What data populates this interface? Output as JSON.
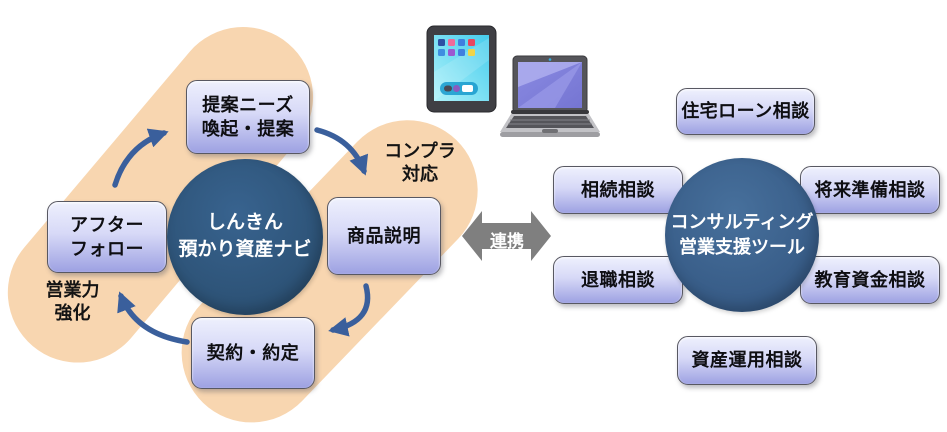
{
  "left_cycle": {
    "hub": {
      "line1": "しんきん",
      "line2": "預かり資産ナビ"
    },
    "steps": {
      "proposal": {
        "line1": "提案ニーズ",
        "line2": "喚起・提案"
      },
      "product": {
        "line1": "商品説明"
      },
      "contract": {
        "line1": "契約・約定"
      },
      "after": {
        "line1": "アフター",
        "line2": "フォロー"
      }
    },
    "labels": {
      "compliance": {
        "line1": "コンプラ",
        "line2": "対応"
      },
      "sales_power": {
        "line1": "営業力",
        "line2": "強化"
      }
    }
  },
  "link": {
    "label": "連携"
  },
  "devices": {
    "tablet": "tablet-icon",
    "laptop": "laptop-icon"
  },
  "right_tool": {
    "hub": {
      "line1": "コンサルティング",
      "line2": "営業支援ツール"
    },
    "topics": {
      "housing": "住宅ローン相談",
      "inheritance": "相続相談",
      "future": "将来準備相談",
      "retirement": "退職相談",
      "education": "教育資金相談",
      "asset": "資産運用相談"
    }
  },
  "colors": {
    "capsule_peach": "#F8D6B0",
    "hub_blue_left": "#2E5377",
    "hub_blue_right": "#3A608E",
    "box_gradient_top": "#EEF0FD",
    "box_gradient_bottom": "#9DA1E2",
    "arrow_blue": "#3A5F9C",
    "link_arrow_gray": "#7F7F7F",
    "hub_text": "#FFFFFF",
    "box_text": "#0E0E12"
  }
}
